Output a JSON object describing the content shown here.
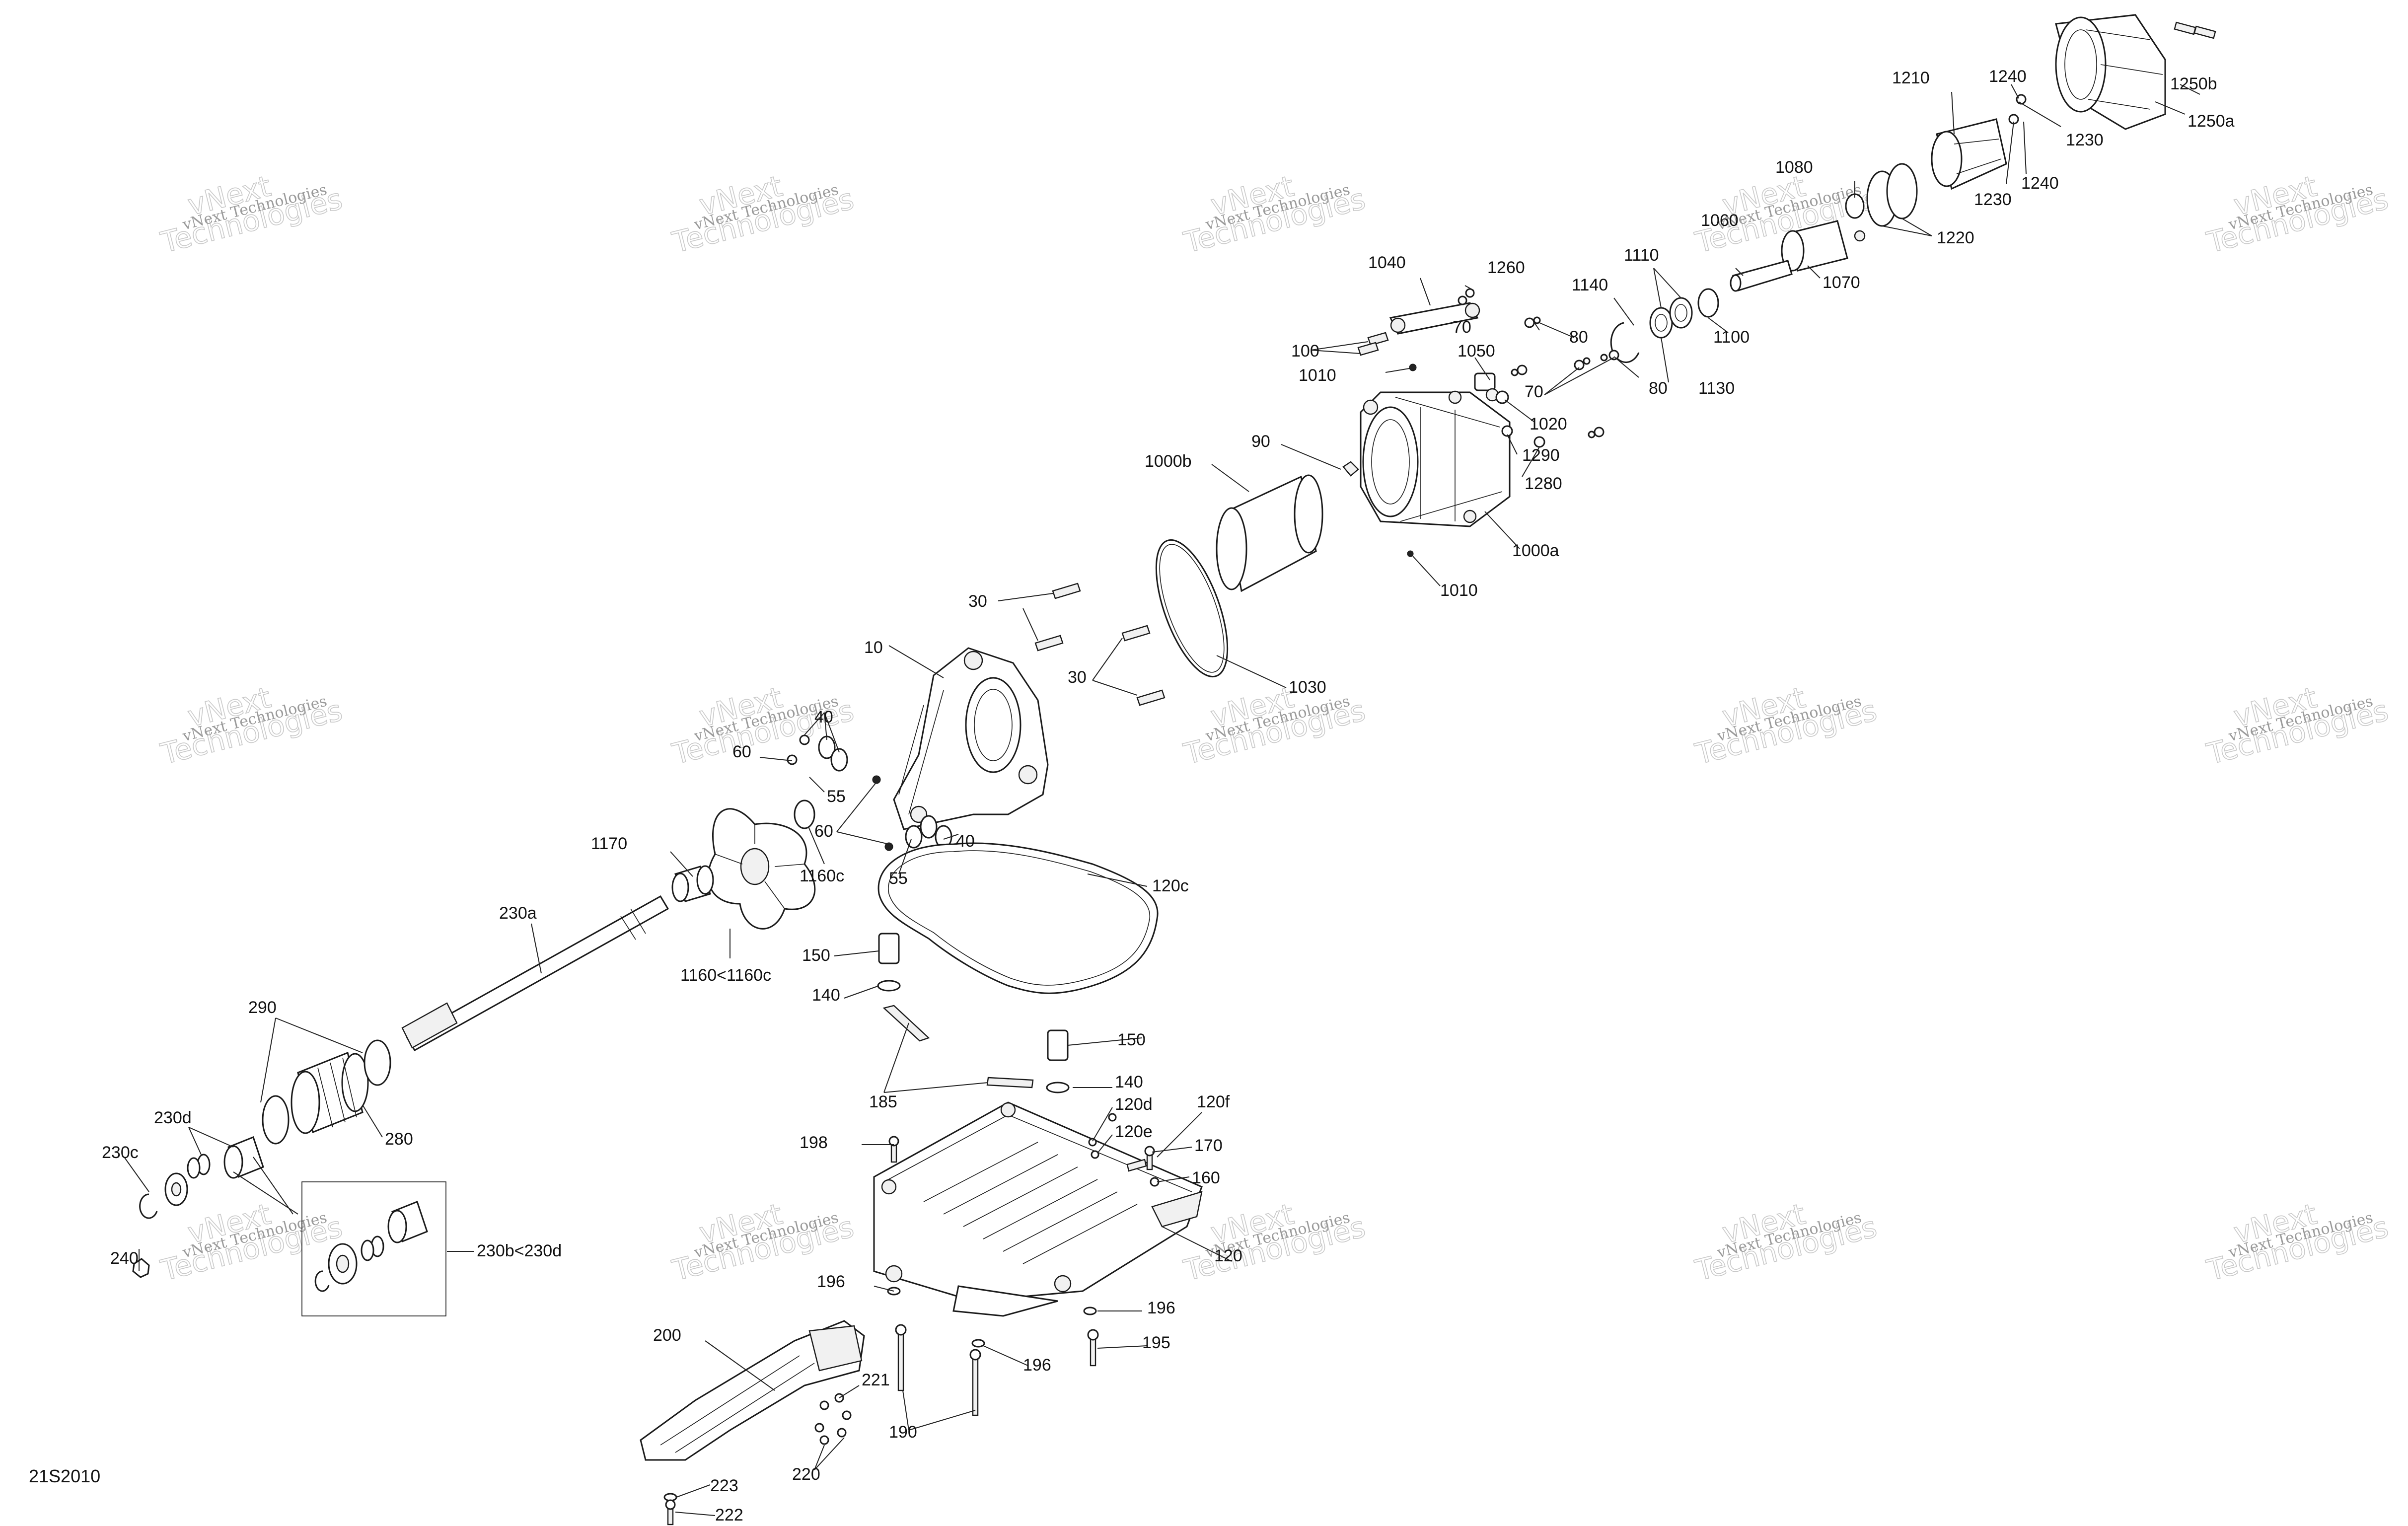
{
  "diagram_code": "21S2010",
  "watermark": {
    "line1": "vNext Technologies",
    "line2": "vNext\nTechnologies"
  },
  "labels": [
    {
      "id": "l1250b",
      "text": "1250b"
    },
    {
      "id": "l1250a",
      "text": "1250a"
    },
    {
      "id": "l1240a",
      "text": "1240"
    },
    {
      "id": "l1210",
      "text": "1210"
    },
    {
      "id": "l1230a",
      "text": "1230"
    },
    {
      "id": "l1230b",
      "text": "1230"
    },
    {
      "id": "l1240b",
      "text": "1240"
    },
    {
      "id": "l1080",
      "text": "1080"
    },
    {
      "id": "l1220",
      "text": "1220"
    },
    {
      "id": "l1060",
      "text": "1060"
    },
    {
      "id": "l1070",
      "text": "1070"
    },
    {
      "id": "l1040",
      "text": "1040"
    },
    {
      "id": "l1260",
      "text": "1260"
    },
    {
      "id": "l1110",
      "text": "1110"
    },
    {
      "id": "l1140",
      "text": "1140"
    },
    {
      "id": "l1100",
      "text": "1100"
    },
    {
      "id": "l70a",
      "text": "70"
    },
    {
      "id": "l80a",
      "text": "80"
    },
    {
      "id": "l100",
      "text": "100"
    },
    {
      "id": "l1050",
      "text": "1050"
    },
    {
      "id": "l1010a",
      "text": "1010"
    },
    {
      "id": "l70b",
      "text": "70"
    },
    {
      "id": "l80b",
      "text": "80"
    },
    {
      "id": "l1130",
      "text": "1130"
    },
    {
      "id": "l1020",
      "text": "1020"
    },
    {
      "id": "l1290",
      "text": "1290"
    },
    {
      "id": "l90",
      "text": "90"
    },
    {
      "id": "l1000b",
      "text": "1000b"
    },
    {
      "id": "l1280",
      "text": "1280"
    },
    {
      "id": "l1000a",
      "text": "1000a"
    },
    {
      "id": "l1010b",
      "text": "1010"
    },
    {
      "id": "l30a",
      "text": "30"
    },
    {
      "id": "l10",
      "text": "10"
    },
    {
      "id": "l30b",
      "text": "30"
    },
    {
      "id": "l1030",
      "text": "1030"
    },
    {
      "id": "l40a",
      "text": "40"
    },
    {
      "id": "l60a",
      "text": "60"
    },
    {
      "id": "l55a",
      "text": "55"
    },
    {
      "id": "l60b",
      "text": "60"
    },
    {
      "id": "l40b",
      "text": "40"
    },
    {
      "id": "l1170",
      "text": "1170"
    },
    {
      "id": "l1160c",
      "text": "1160c"
    },
    {
      "id": "l55b",
      "text": "55"
    },
    {
      "id": "l120c",
      "text": "120c"
    },
    {
      "id": "l230a",
      "text": "230a"
    },
    {
      "id": "l150a",
      "text": "150"
    },
    {
      "id": "l1160",
      "text": "1160<1160c"
    },
    {
      "id": "l140a",
      "text": "140"
    },
    {
      "id": "l290",
      "text": "290"
    },
    {
      "id": "l150b",
      "text": "150"
    },
    {
      "id": "l140b",
      "text": "140"
    },
    {
      "id": "l185",
      "text": "185"
    },
    {
      "id": "l120d",
      "text": "120d"
    },
    {
      "id": "l120f",
      "text": "120f"
    },
    {
      "id": "l230d",
      "text": "230d"
    },
    {
      "id": "l280",
      "text": "280"
    },
    {
      "id": "l198",
      "text": "198"
    },
    {
      "id": "l120e",
      "text": "120e"
    },
    {
      "id": "l170",
      "text": "170"
    },
    {
      "id": "l230c",
      "text": "230c"
    },
    {
      "id": "l160",
      "text": "160"
    },
    {
      "id": "l240",
      "text": "240"
    },
    {
      "id": "l230b",
      "text": "230b<230d"
    },
    {
      "id": "l120",
      "text": "120"
    },
    {
      "id": "l196a",
      "text": "196"
    },
    {
      "id": "l196b",
      "text": "196"
    },
    {
      "id": "l200",
      "text": "200"
    },
    {
      "id": "l195",
      "text": "195"
    },
    {
      "id": "l196c",
      "text": "196"
    },
    {
      "id": "l221",
      "text": "221"
    },
    {
      "id": "l190",
      "text": "190"
    },
    {
      "id": "l220",
      "text": "220"
    },
    {
      "id": "l223",
      "text": "223"
    },
    {
      "id": "l222",
      "text": "222"
    }
  ]
}
